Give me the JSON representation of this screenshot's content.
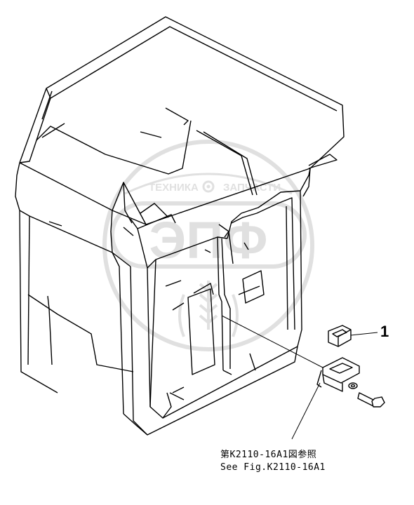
{
  "watermark": {
    "top_text": "ТЕХНИКА",
    "top_text_right": "ЗАПЧАСТИ",
    "logo_text": "ЭПФ",
    "color": "#c8c8c8"
  },
  "callouts": [
    {
      "number": "1"
    }
  ],
  "reference": {
    "line1": "第K2110-16A1図参照",
    "line2": "See Fig.K2110-16A1"
  },
  "colors": {
    "line": "#000000",
    "background": "#ffffff"
  }
}
